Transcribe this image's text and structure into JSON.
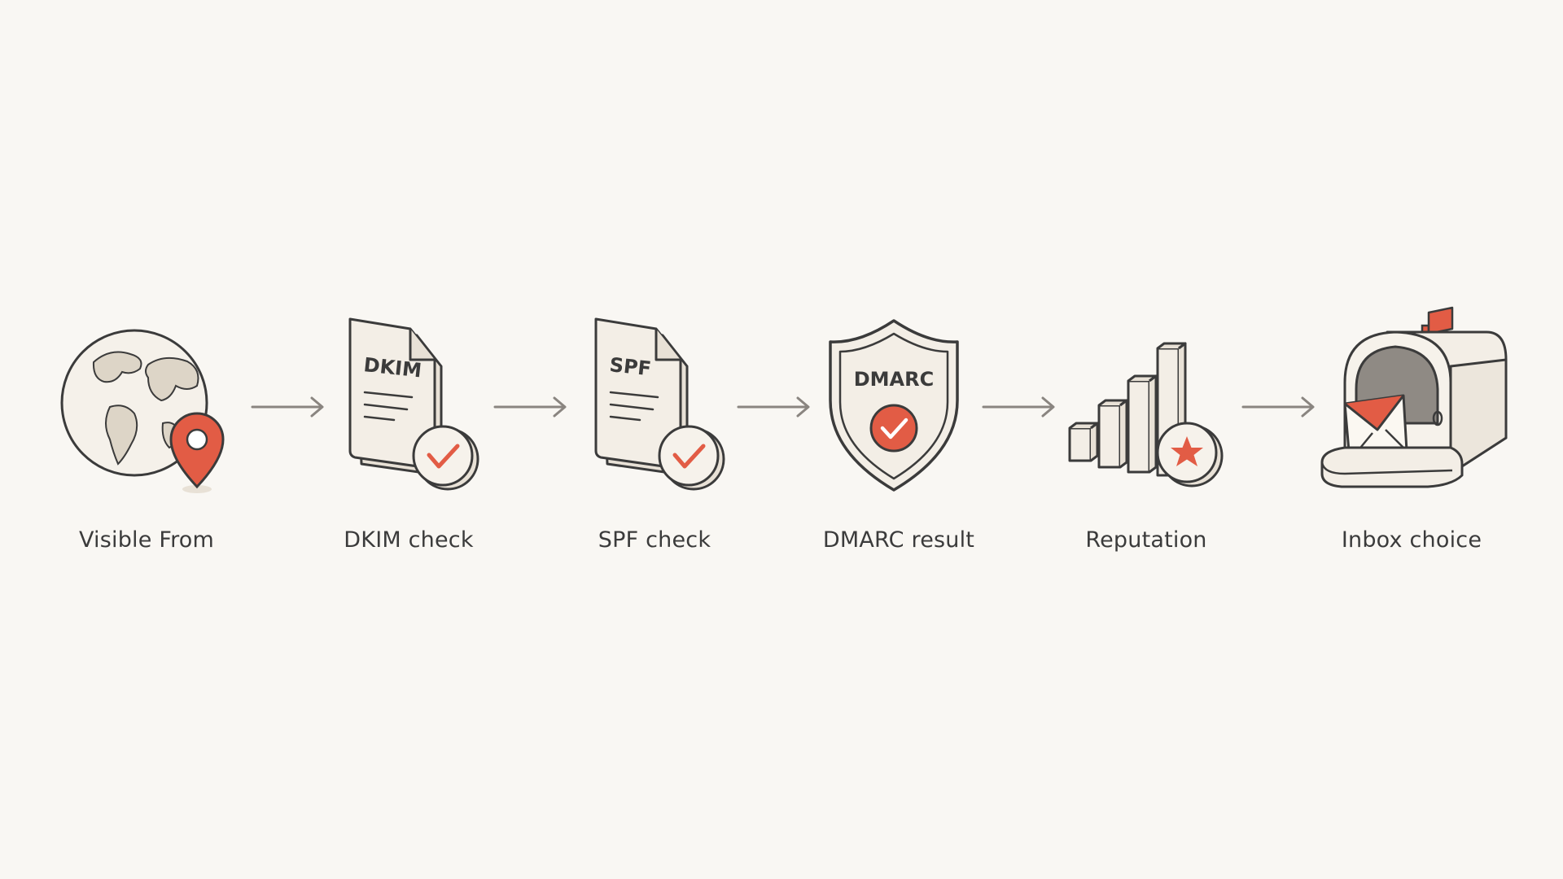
{
  "diagram": {
    "steps": [
      {
        "label": "Visible From",
        "icon": "globe-pin-icon"
      },
      {
        "label": "DKIM check",
        "icon": "dkim-document-icon",
        "badge_text": "DKIM"
      },
      {
        "label": "SPF check",
        "icon": "spf-document-icon",
        "badge_text": "SPF"
      },
      {
        "label": "DMARC result",
        "icon": "dmarc-shield-icon",
        "badge_text": "DMARC"
      },
      {
        "label": "Reputation",
        "icon": "reputation-chart-icon"
      },
      {
        "label": "Inbox choice",
        "icon": "mailbox-icon"
      }
    ],
    "colors": {
      "background": "#f9f7f3",
      "stroke": "#3b3b3b",
      "fill": "#f1ece3",
      "accent": "#e25c45",
      "arrow": "#8a8580"
    }
  }
}
